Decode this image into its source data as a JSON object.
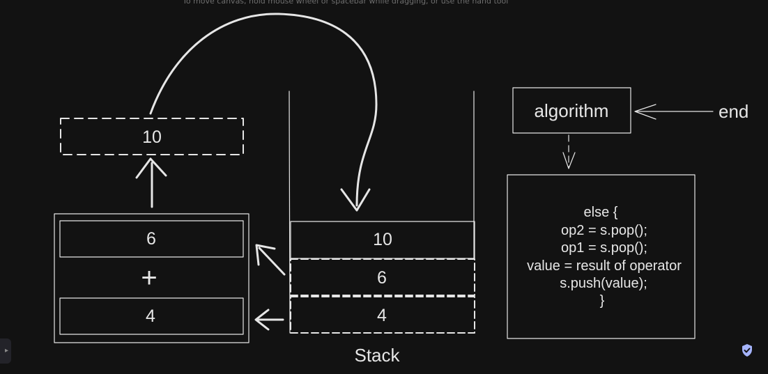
{
  "canvas_hint": "To move canvas, hold mouse wheel or spacebar while dragging, or use the hand tool",
  "result_box": {
    "value": "10"
  },
  "operands_box": {
    "top": "6",
    "operator": "+",
    "bottom": "4"
  },
  "stack": {
    "label": "Stack",
    "items": [
      "10",
      "6",
      "4"
    ]
  },
  "algorithm_box": {
    "label": "algorithm"
  },
  "end_label": "end",
  "code_lines": [
    "else {",
    "op2 = s.pop();",
    "op1 = s.pop();",
    "value = result of operator",
    "s.push(value);",
    "}"
  ],
  "colors": {
    "background": "#121212",
    "stroke": "#e6e6e6",
    "shield": "#a5b4fc"
  },
  "icons": {
    "sidebar_toggle": "chevron-right-icon",
    "security": "shield-check-icon"
  }
}
